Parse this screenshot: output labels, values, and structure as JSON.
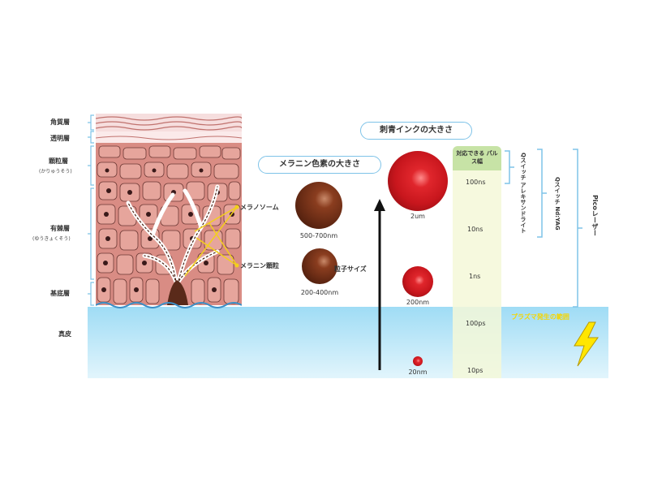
{
  "skin_layers": {
    "stratum_corneum": "角質層",
    "stratum_lucidum": "透明層",
    "stratum_granulosum": "顆粒層",
    "stratum_granulosum_reading": "(かりゅうそう)",
    "stratum_spinosum": "有棘層",
    "stratum_spinosum_reading": "(ゆうきょくそう)",
    "stratum_basale": "基底層",
    "dermis": "真皮"
  },
  "callouts": {
    "melanosome": "メラノソーム",
    "melanin_granule": "メラニン顆粒"
  },
  "melanin_section": {
    "title": "メラニン色素の大きさ",
    "large_size": "500-700nm",
    "small_size": "200-400nm"
  },
  "ink_section": {
    "title": "刺青インクの大きさ",
    "size_2um": "2um",
    "size_200nm": "200nm",
    "size_20nm": "20nm",
    "axis_label": "粒子サイズ"
  },
  "pulse_width": {
    "header": "対応できる パルス幅",
    "ticks": [
      "100ns",
      "10ns",
      "1ns",
      "100ps",
      "10ps"
    ]
  },
  "lasers": {
    "q_alex": "Qスイッチ アレキサンドライト",
    "q_yag": "Qスイッチ Nd:YAG",
    "pico": "Picoレーザー",
    "plasma": "プラズマ発生の範囲"
  },
  "colors": {
    "dermis_top": "#9fdcf5",
    "dermis_bottom": "#e2f5fc",
    "pulse_column": "#f4f8d8",
    "pulse_header": "#c7e3a6",
    "bracket": "#7ec3e8",
    "melanin_ball": "#6a2c15",
    "ink_ball": "#c8161d",
    "lightning": "#ffe600"
  }
}
